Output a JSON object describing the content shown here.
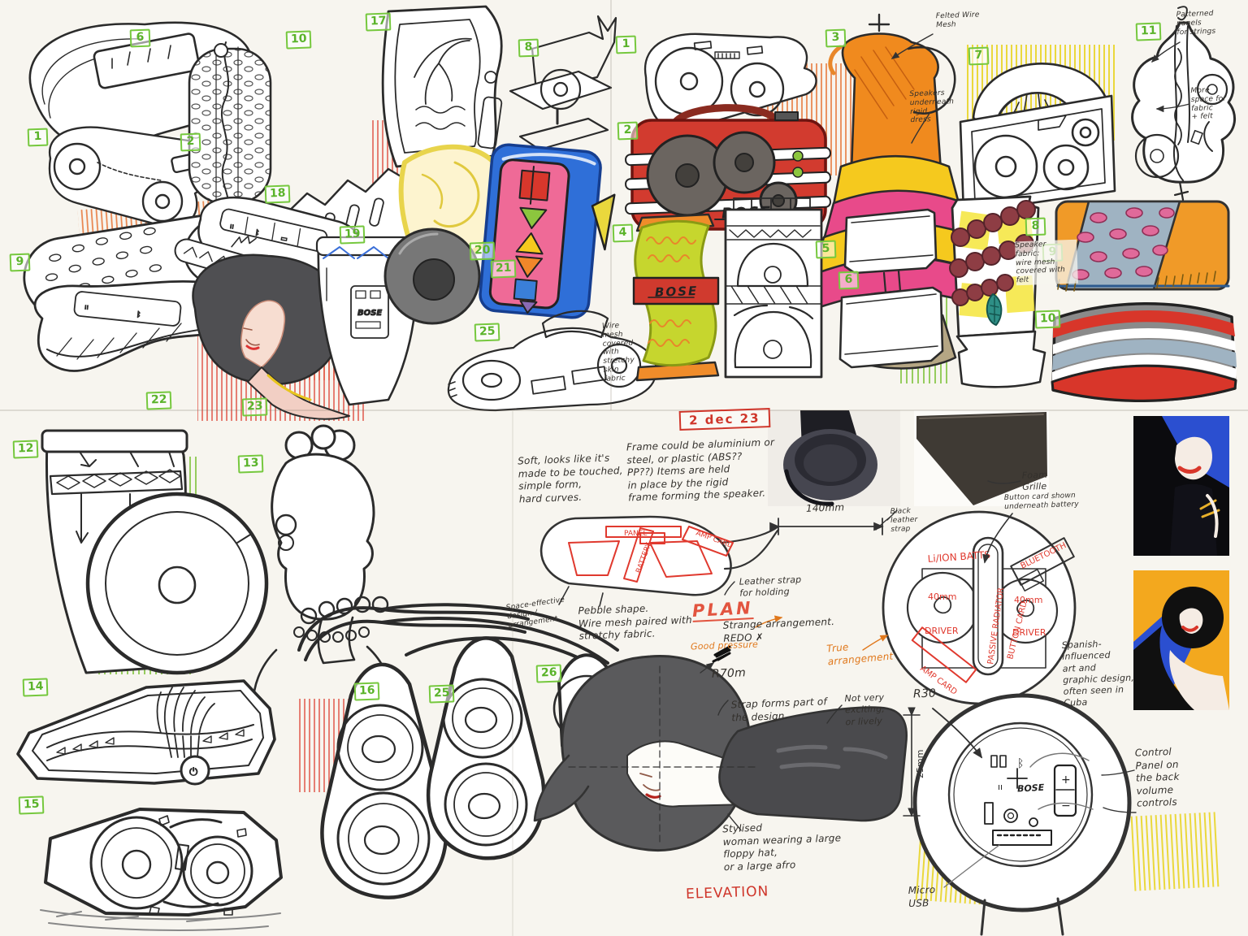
{
  "meta": {
    "description": "Scanned sketchbook spread of Cuban-inspired BOSE portable speaker concept sketches with handwritten design notes"
  },
  "badges": {
    "tl6": "6",
    "tl1": "1",
    "tl2": "2",
    "tl17": "17",
    "tl8": "8",
    "tl10": "10",
    "tl18": "18",
    "tl9": "9",
    "tl19": "19",
    "tl20": "20",
    "tl21": "21",
    "tl25": "25",
    "tl22": "22",
    "tl23": "23",
    "tr1": "1",
    "tr2": "2",
    "tr3": "3",
    "tr7": "7",
    "tr11": "11",
    "tr4": "4",
    "tr5": "5",
    "tr6": "6",
    "tr8": "8",
    "tr9": "9",
    "tr10": "10",
    "bl12": "12",
    "bl13": "13",
    "bl14": "14",
    "bl15": "15",
    "bl16": "16",
    "bl25": "25",
    "bl26": "26"
  },
  "top_right_notes": {
    "felted": "Felted Wire\nMesh",
    "speakers_underneath": "Speakers\nunderneath\nrigid\ndress",
    "patterned": "Patterned\npanels\nfor strings",
    "more_space": "More\nspace for\nfabric\n+ felt",
    "wire_mesh": "Wire\nmesh\ncovered\nwith\nstretchy\nskin\nfabric",
    "speaker_felt": "Speaker\nfabric:\nwire mesh\ncovered with\nfelt"
  },
  "notes": {
    "date": "2 dec 23",
    "soft": "Soft, looks like it's\nmade to be touched,\nsimple form,\nhard curves.",
    "frame": "Frame could be aluminium or\nsteel, or plastic (ABS??\nPP??)  Items are held\nin place by the rigid\nframe forming the speaker.",
    "dim140": "140mm",
    "black_leather": "Black\nleather\nstrap",
    "foam": "Foam\nGrille",
    "button_card": "Button card shown\nunderneath battery",
    "leather_holding": "Leather strap\nfor holding",
    "space_effective": "Space-effective\ndesign /\narrangement",
    "pebble": "Pebble shape.\nWire mesh paired with\nstretchy fabric.",
    "plan": "PLAN",
    "strange": "Strange arrangement.\nREDO ✗",
    "good": "Good pressure",
    "true_arr": "True\narrangement",
    "r70": "R70m",
    "strap_forms": "Strap forms part of\nthe design.",
    "not_very": "Not very\nexciting,\nor lively",
    "stylised": "Stylised\nwoman wearing a large\nfloppy hat,\nor a large afro",
    "elevation": "ELEVATION",
    "dim25": "25mm",
    "r30": "R30",
    "control_panel": "Control\nPanel on\nthe back\nvolume\ncontrols",
    "micro_usb": "Micro\nUSB",
    "spanish": "Spanish-influenced\nart and\ngraphic design,\noften seen in\nCuba"
  },
  "diagram_labels": {
    "panel": "PANEL",
    "battery": "BATTERY",
    "amp_card": "AMP CARD",
    "li_ion": "Li/ION BATTS",
    "forty": "40mm",
    "driver": "DRIVER",
    "passive": "PASSIVE RADIATOR",
    "button": "BUTTON CARD",
    "bluetooth": "BLUETOOTH"
  },
  "brand": {
    "radio": "BOSE",
    "band": "BOSE",
    "conga": "BOSE",
    "back": "BOSE",
    "plus": "+",
    "minus": "−"
  },
  "colors": {
    "marker_green": "#76c83e",
    "marker_red": "#cf352a",
    "marker_orange": "#e8824a",
    "radio_red": "#d23b2f",
    "havana_blue": "#2f6fd8",
    "havana_pink": "#ef6a97",
    "dress_orange": "#f08a1e",
    "skirt_pink": "#e84a8a",
    "skirt_yellow": "#f5c91e",
    "fabric_green": "#c6d62e",
    "nagel_orange": "#f3a81e",
    "nagel_blue": "#2b4fd0"
  }
}
